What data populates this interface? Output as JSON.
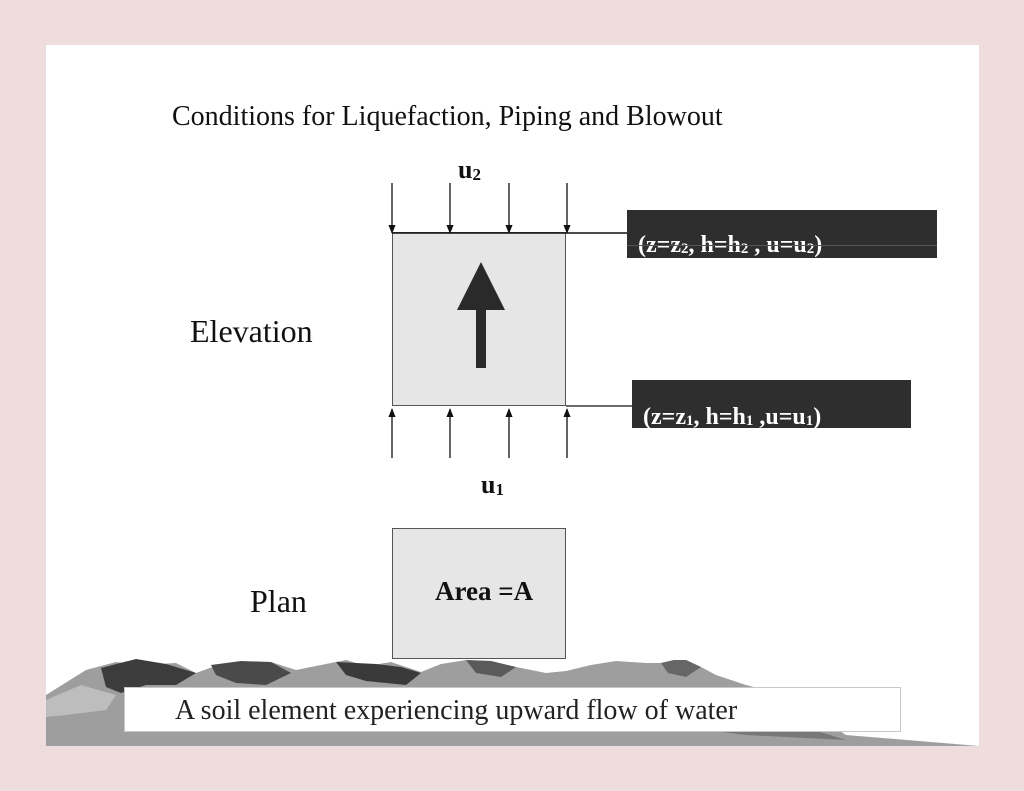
{
  "title": "Conditions for Liquefaction, Piping and Blowout",
  "labels": {
    "elevation": "Elevation",
    "plan": "Plan",
    "area": "Area =A"
  },
  "pressures": {
    "top": {
      "symbol": "u",
      "subscript": "2"
    },
    "bottom": {
      "symbol": "u",
      "subscript": "1"
    }
  },
  "conditions": {
    "top": {
      "open": "(z=z",
      "s1": "2",
      "mid1": ", h=h",
      "s2": "2",
      "mid2": " , u=u",
      "s3": "2",
      "close": ")"
    },
    "bottom": {
      "open": "(z=z",
      "s1": "1",
      "mid1": ", h=h",
      "s2": "1",
      "mid2": " ,u=u",
      "s3": "1",
      "close": ")"
    }
  },
  "caption": "A soil element experiencing upward flow of water",
  "colors": {
    "background": "#efdcdc",
    "slide": "#ffffff",
    "soil_fill": "#e6e6e6",
    "tag_fill": "#2e2e2e",
    "arrow": "#2a2a2a"
  }
}
